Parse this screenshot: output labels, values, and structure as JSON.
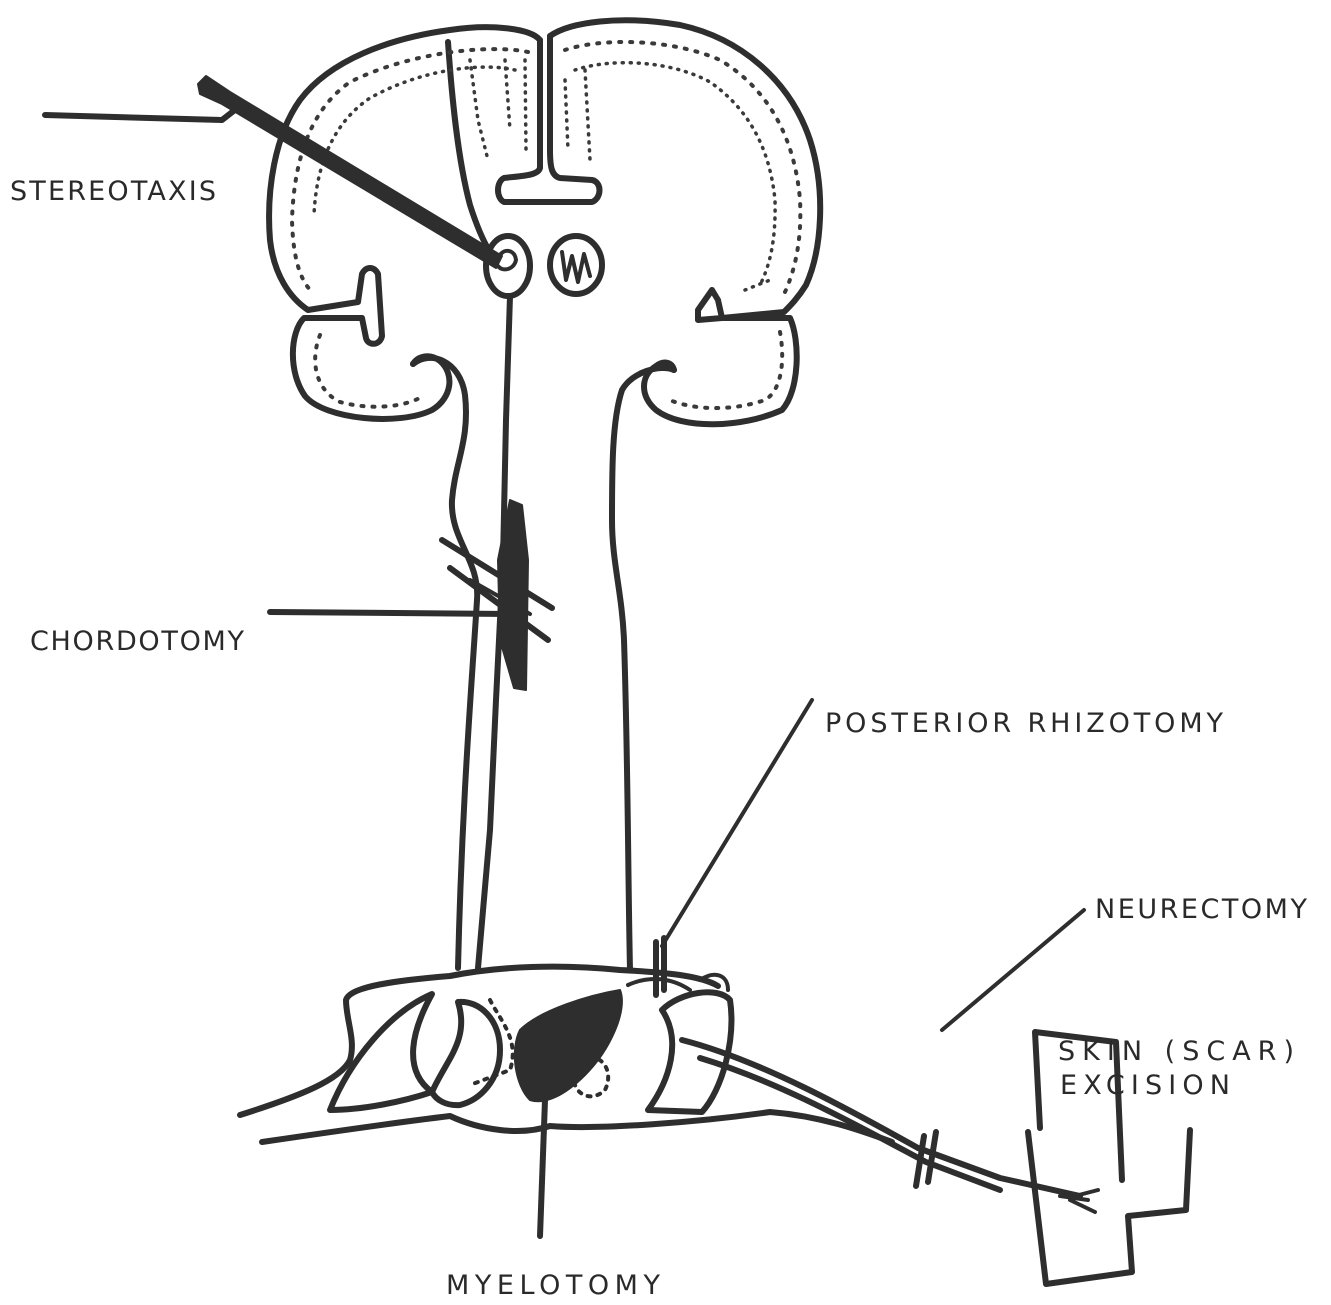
{
  "labels": {
    "stereotaxis": "STEREOTAXIS",
    "chordotomy": "CHORDOTOMY",
    "posterior_rhizotomy": "POSTERIOR RHIZOTOMY",
    "neurectomy": "NEURECTOMY",
    "skin_excision_line1": "SKIN (SCAR)",
    "skin_excision_line2": "EXCISION",
    "myelotomy": "MYELOTOMY"
  },
  "colors": {
    "ink": "#2e2e2e",
    "background": "#ffffff"
  }
}
